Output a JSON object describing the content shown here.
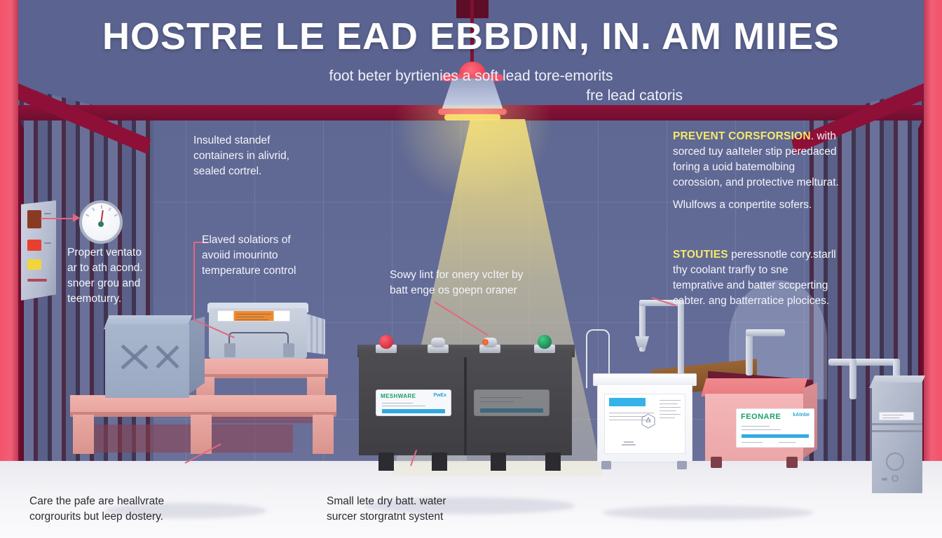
{
  "header": {
    "title": "HOSTRE LE EAD EBBDIN, IN. AM MIIES",
    "subtitle_line1": "foot beter byrtienies a soft lead tore-emorits",
    "subtitle_line2": "fre lead catoris"
  },
  "annotations": {
    "insulated": {
      "name": "insulated-containers-note",
      "line1": "Insulted standef",
      "line2": "containers in alivrid,",
      "line3": "sealed cortrel."
    },
    "ventilation": {
      "name": "proper-ventilation-note",
      "line1": "Propert ventato",
      "line2": "ar to ath acond.",
      "line3": "snoer grou and",
      "line4": "teemoturry."
    },
    "elevated": {
      "name": "elevated-solutions-note",
      "line1": "Elaved solatiors of",
      "line2": "avoiid imourinto",
      "line3": "temperature control"
    },
    "center": {
      "name": "battery-bank-note",
      "line1": "Sowy lint for onery vcIter by",
      "line2": "batt enge os goepn oraner"
    },
    "corrosion": {
      "name": "prevent-corrosion-note",
      "highlight": "PREVENT CORSFORSION",
      "line1": ". with",
      "line2": "sorced tuy aaIteler stip peredaced",
      "line3": "foring a uoid batemolbing",
      "line4": "corossion, and protective melturat.",
      "line5": "Wlulfows a conpertite sofers."
    },
    "stouties": {
      "name": "storage-practices-note",
      "highlight": "STOUTIES",
      "line1": "peressnotle cory.starll",
      "line2": "thy coolant trarfly to sne",
      "line3": "temprative and batter sccperting",
      "line4": "cabter. ang batterratice plocices."
    }
  },
  "captions": {
    "left": {
      "name": "floor-caption-left",
      "line1": "Care the pafe are heallvrate",
      "line2": "corgrourits but leep dostery."
    },
    "center": {
      "name": "floor-caption-center",
      "line1": "Small lete dry batt. water",
      "line2": "surcer storgratnt systent"
    }
  },
  "equipment": {
    "battery_label": {
      "title": "MESHWARE",
      "brand": "PwEx"
    },
    "pink_crate_label": {
      "title": "FEONARE",
      "brand": "kAtnbe"
    },
    "crate_marking": "X",
    "terminals": [
      {
        "name": "positive-terminal",
        "color": "#d32a3c"
      },
      {
        "name": "neutral-terminal-1",
        "color": "#c9ced9"
      },
      {
        "name": "neutral-terminal-2",
        "color": "#c9ced9"
      },
      {
        "name": "negative-terminal",
        "color": "#1f8b4c"
      }
    ],
    "panel_leds": [
      {
        "name": "led-brown",
        "color": "#8a3a22"
      },
      {
        "name": "led-red",
        "color": "#e8402f"
      },
      {
        "name": "led-yellow",
        "color": "#f2d43c"
      },
      {
        "name": "led-slot",
        "color": "#b0485c"
      }
    ]
  },
  "colors": {
    "wall": "#636b97",
    "accent_red": "#f2536b",
    "beam_maroon": "#8e1038",
    "highlight_yellow": "#f5e96a",
    "pallet_pink": "#eca59f",
    "floor": "#f4f4f7",
    "light_beam": "#f8e278"
  }
}
